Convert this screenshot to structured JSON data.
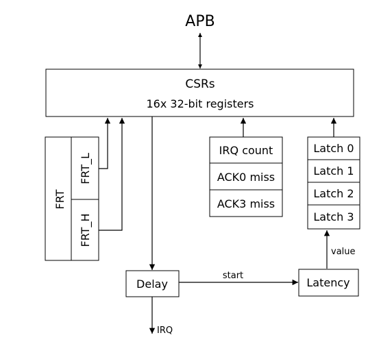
{
  "diagram": {
    "bus_label": "APB",
    "csr": {
      "title": "CSRs",
      "subtitle": "16x 32-bit registers"
    },
    "frt": {
      "label": "FRT",
      "low_label": "FRT_L",
      "high_label": "FRT_H"
    },
    "counters": [
      "IRQ count",
      "ACK0 miss",
      "ACK3 miss"
    ],
    "latches": [
      "Latch 0",
      "Latch 1",
      "Latch 2",
      "Latch 3"
    ],
    "delay_label": "Delay",
    "latency_label": "Latency",
    "start_label": "start",
    "value_label": "value",
    "irq_label": "IRQ"
  }
}
